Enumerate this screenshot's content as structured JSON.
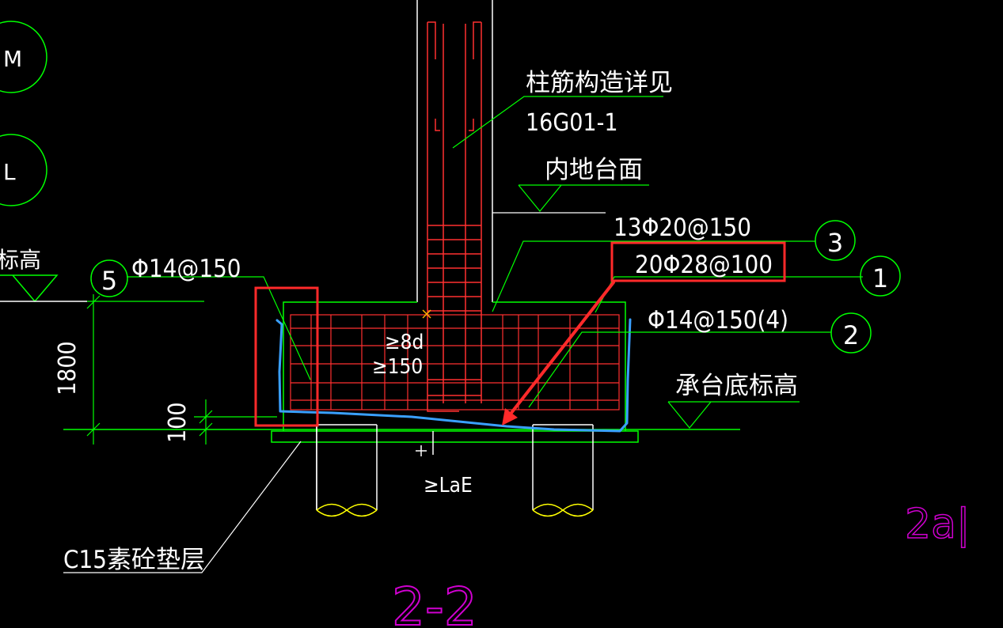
{
  "drawing": {
    "axis_markers": [
      "M",
      "L"
    ],
    "partial_label": "标高",
    "column_note": [
      "柱筋构造详见",
      "16G01-1"
    ],
    "inner_floor_label": "内地台面",
    "cap_bottom_label": "承台底标高",
    "rebar_labels": {
      "r3": "13Φ20@150",
      "r1": "20Φ28@100",
      "r2": "Φ14@150(4)",
      "r5": "Φ14@150"
    },
    "callouts": {
      "c1": "1",
      "c2": "2",
      "c3": "3",
      "c5": "5"
    },
    "anchor_labels": {
      "a8d": "≥8d",
      "a150": "≥150",
      "lae": "≥LaE"
    },
    "dimensions": {
      "height": "1800",
      "pad": "100"
    },
    "bedding_label": "C15素砼垫层",
    "section_title": "2-2",
    "side_mark": "2a|"
  },
  "colors": {
    "background": "#000000",
    "green": "#00ff00",
    "red_rebar": "#ff3030",
    "highlight_red": "#ff2a2a",
    "blue": "#3aa0ff",
    "magenta": "#d000d0",
    "white": "#ffffff",
    "yellow": "#ffff00"
  }
}
